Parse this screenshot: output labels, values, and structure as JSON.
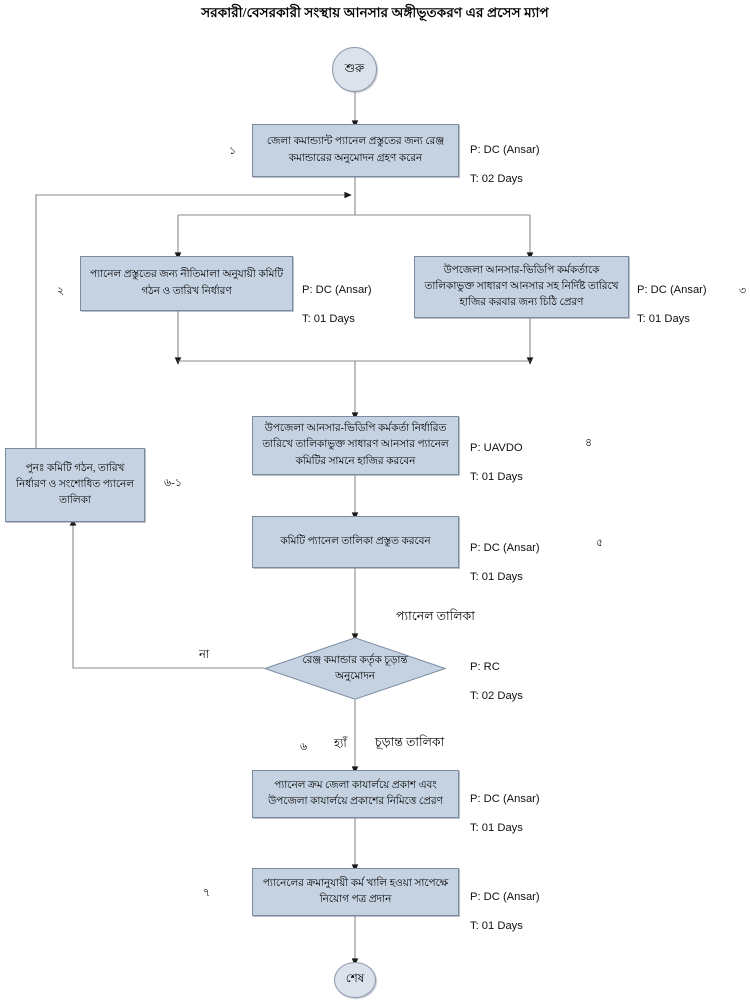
{
  "title": "সরকারী/বেসরকারী সংস্থায় আনসার অঙ্গীভূতকরণ এর প্রসেস ম্যাপ",
  "terminators": {
    "start": "শুরু",
    "end": "শেষ"
  },
  "nodes": [
    {
      "id": "n1",
      "text": "জেলা কমান্ড্যান্ট প্যানেল প্রস্তুতের জন্য রেঞ্জ কমান্ডারের অনুমোদন গ্রহণ করেন",
      "performer": "P: DC (Ansar)",
      "time": "T: 02 Days",
      "step": "১"
    },
    {
      "id": "n2",
      "text": "প্যানেল প্রস্তুতের জন্য নীতিমালা অনুযায়ী কমিটি গঠন ও তারিখ নির্ধারণ",
      "performer": "P: DC (Ansar)",
      "time": "T: 01 Days",
      "step": "২"
    },
    {
      "id": "n3",
      "text": "উপজেলা আনসার-ভিডিপি কর্মকর্তাকে তালিকাভুক্ত সাধারণ আনসার সহ নির্দিষ্ট তারিখে হাজির করবার জন্য চিঠি প্রেরণ",
      "performer": "P: DC (Ansar)",
      "time": "T: 01 Days",
      "step": "৩"
    },
    {
      "id": "n4",
      "text": "উপজেলা আনসার-ভিডিপি কর্মকর্তা নির্ধারিত তারিখে তালিকাভুক্ত সাধারণ আনসার প্যানেল কমিটির সামনে হাজির করবেন",
      "performer": "P: UAVDO",
      "time": "T: 01 Days",
      "step": "৪"
    },
    {
      "id": "n5",
      "text": "কমিটি প্যানেল তালিকা প্রস্তুত করবেন",
      "performer": "P: DC (Ansar)",
      "time": "T: 01 Days",
      "step": "৫"
    },
    {
      "id": "n_rework",
      "text": "পুনঃ  কমিটি গঠন, তারিখ নির্ধারণ ও সংশোধিত প্যানেল তালিকা",
      "performer": "",
      "time": "",
      "step": "৬-১"
    },
    {
      "id": "n6",
      "text": "প্যানেল ক্রম জেলা কাযার্লয়ে প্রকাশ এবং উপজেলা কাযার্লয়ে প্রকাশের নিমিত্তে প্রেরণ",
      "performer": "P: DC (Ansar)",
      "time": "T: 01 Days",
      "step": ""
    },
    {
      "id": "n7",
      "text": "প্যানেলের ক্রমানুযায়ী কর্ম খালি হওয়া সাপেক্ষে নিয়োগ পত্র প্রদান",
      "performer": "P: DC (Ansar)",
      "time": "T: 01 Days",
      "step": "৭"
    }
  ],
  "decision": {
    "text": "রেঞ্জ কমান্ডার কর্তৃক চূড়ান্ত অনুমোদন",
    "performer": "P: RC",
    "time": "T: 02 Days",
    "step": "৬",
    "input_label": "প্যানেল তালিকা",
    "no_label": "না",
    "yes_label": "হ্যাঁ",
    "yes_output_label": "চূড়ান্ত তালিকা"
  },
  "colors": {
    "box_fill": "#c5d2e2",
    "box_border": "#7b8aa0",
    "terminator_fill": "#dbe2ec",
    "connector": "#7f7f7f",
    "text": "#000000"
  }
}
